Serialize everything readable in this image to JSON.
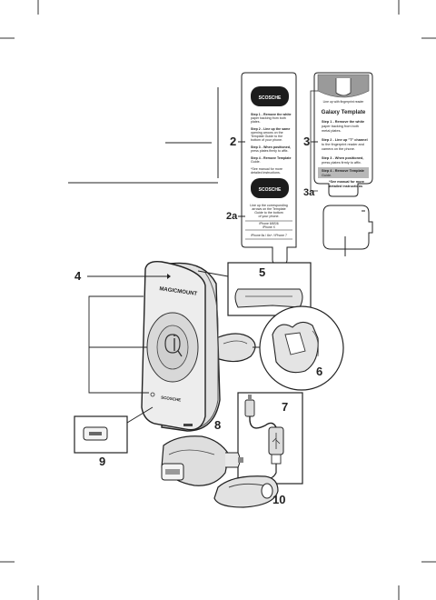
{
  "callouts": {
    "c2": "2",
    "c2a": "2a",
    "c3": "3",
    "c3a": "3a",
    "c4": "4",
    "c5": "5",
    "c6": "6",
    "c7": "7",
    "c8": "8",
    "c9": "9",
    "c10": "10"
  },
  "iphone_template": {
    "brand_top": "SCOSCHE",
    "brand_bottom": "SCOSCHE",
    "step1": [
      "Step 1 - Remove the white",
      "paper backing from both",
      "plates."
    ],
    "step2": [
      "Step 2 - Line up the same",
      "opening arrows on the",
      "Template Guide to the",
      "bottom of your phone."
    ],
    "step3": [
      "Step 3 - When positioned,",
      "press plates firmly to affix."
    ],
    "step4": [
      "Step 4 - Remove Template",
      "Guide."
    ],
    "manual": [
      "*See manual for more",
      "detailed instructions."
    ],
    "lineup": [
      "Line up the corresponding",
      "arrows on the Template",
      "Guide to the bottom",
      "of your phone."
    ],
    "phone_a": [
      "iPhone 6/6S/6",
      "iPhone X"
    ],
    "phone_b": "iPhone 6s / 6s+ / iPhone 7"
  },
  "galaxy_template": {
    "lineup": "Line up with fingerprint reader",
    "title": "Galaxy Template",
    "step1": [
      "Step 1 - Remove the white",
      "paper backing from both",
      "metal plates."
    ],
    "step2": [
      "Step 2 - Line up \"T\" channel",
      "to the fingerprint reader and",
      "camera on the phone."
    ],
    "step3": [
      "Step 3 - When positioned,",
      "press plates firmly to affix."
    ],
    "step4": [
      "Step 4 - Remove Template",
      "Guide."
    ],
    "manual": [
      "*See manual for more",
      "detailed instructions"
    ]
  },
  "mount": {
    "brand_top": "MAGICMOUNT",
    "brand_bottom": "SCOSCHE"
  }
}
